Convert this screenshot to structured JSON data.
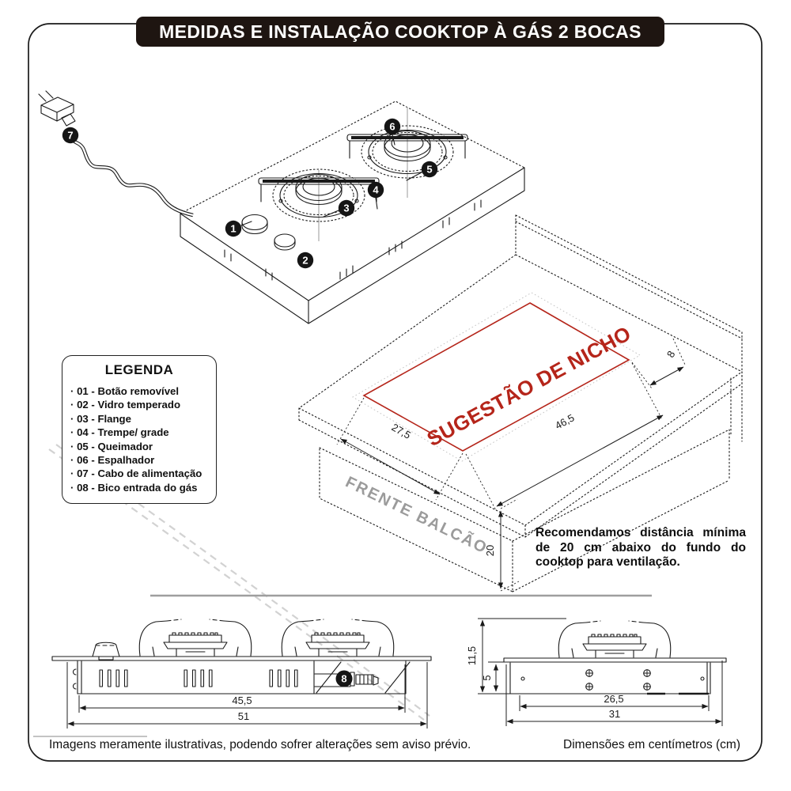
{
  "page": {
    "title": "MEDIDAS E INSTALAÇÃO COOKTOP À GÁS 2 BOCAS",
    "footer_left": "Imagens meramente ilustrativas, podendo sofrer alterações sem aviso prévio.",
    "footer_right": "Dimensões em centímetros (cm)"
  },
  "legend": {
    "title": "LEGENDA",
    "items": [
      "01 - Botão removível",
      "02 - Vidro temperado",
      "03 - Flange",
      "04 - Trempe/ grade",
      "05 - Queimador",
      "06 - Espalhador",
      "07 - Cabo de alimentação",
      "08 - Bico entrada do gás"
    ]
  },
  "callouts": [
    "1",
    "2",
    "3",
    "4",
    "5",
    "6",
    "7",
    "8"
  ],
  "niche": {
    "label": "SUGESTÃO DE NICHO",
    "front_label": "FRENTE BALCÃO",
    "depth": "27,5",
    "width": "46,5",
    "back_gap": "8",
    "clearance_below": "20"
  },
  "recommendation": "Recomendamos distância mínima de 20 cm abaixo do fundo do cooktop para ventilação.",
  "front_view": {
    "inner_width": "45,5",
    "total_width": "51"
  },
  "side_view": {
    "height_total": "11,5",
    "body_height": "5",
    "inner_depth": "26,5",
    "total_depth": "31"
  },
  "colors": {
    "accent_red": "#b5251a",
    "line": "#1a1a1a",
    "muted_gray": "#9b9b9b",
    "title_bg": "#1e1511"
  }
}
